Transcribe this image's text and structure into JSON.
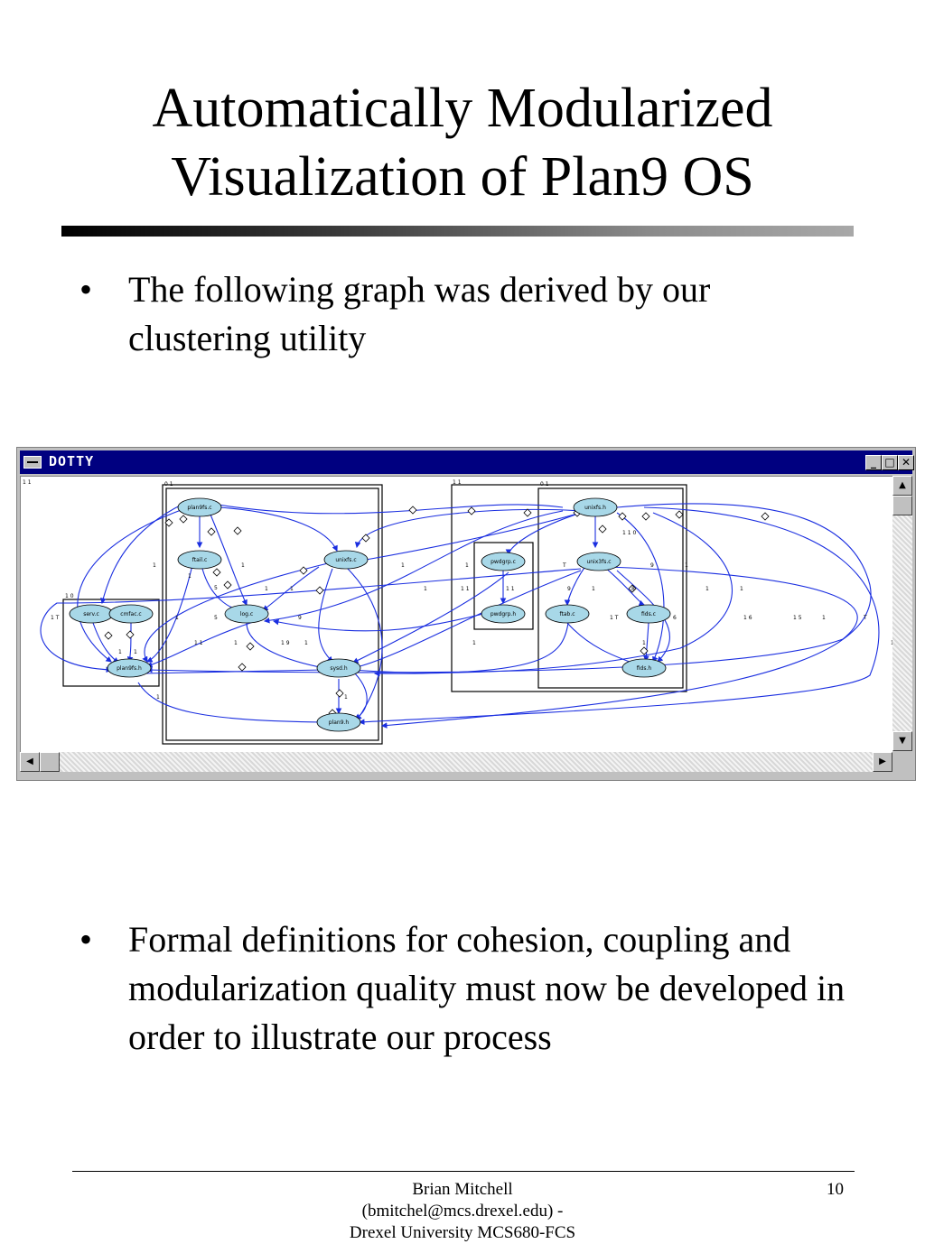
{
  "slide": {
    "title_line1": "Automatically Modularized",
    "title_line2": "Visualization of Plan9 OS",
    "bullet_char": "•",
    "bullet1": "The following graph was derived by our clustering utility",
    "bullet2": "Formal definitions for cohesion, coupling and modularization quality must now be developed in order to illustrate our process"
  },
  "window": {
    "title": "DOTTY",
    "minimize_glyph": "_",
    "maximize_glyph": "□",
    "close_glyph": "✕",
    "scroll_up_glyph": "▲",
    "scroll_down_glyph": "▼",
    "scroll_left_glyph": "◀",
    "scroll_right_glyph": "▶",
    "title_bar_color": "#000080",
    "node_fill_color": "#a8d8e8",
    "edge_color": "#1a2ee0"
  },
  "graph": {
    "nodes": [
      {
        "label": "plan9fs.c"
      },
      {
        "label": "ftail.c"
      },
      {
        "label": "unixfs.c"
      },
      {
        "label": "serv.c"
      },
      {
        "label": "cmfac.c"
      },
      {
        "label": "log.c"
      },
      {
        "label": "plan9fs.h"
      },
      {
        "label": "sysd.h"
      },
      {
        "label": "plan9.h"
      },
      {
        "label": "pwdgrp.c"
      },
      {
        "label": "pwdgrp.h"
      },
      {
        "label": "unixfs.h"
      },
      {
        "label": "unix3fs.c"
      },
      {
        "label": "ftab.c"
      },
      {
        "label": "fids.c"
      },
      {
        "label": "fids.h"
      }
    ]
  },
  "footer": {
    "author": "Brian Mitchell",
    "email": "(bmitchel@mcs.drexel.edu) -",
    "course": "Drexel University MCS680-FCS",
    "page_number": "10"
  }
}
